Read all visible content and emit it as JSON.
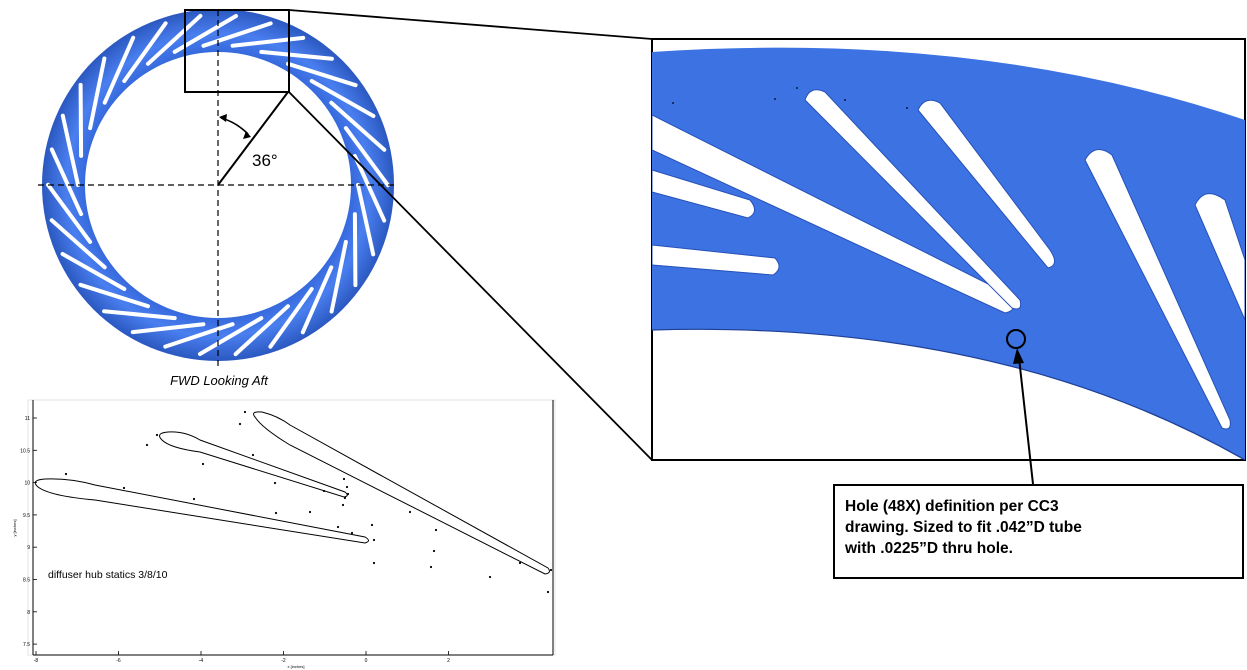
{
  "ring_view": {
    "angle_label": "36°",
    "caption": "FWD Looking Aft"
  },
  "plot": {
    "annotation": "diffuser hub statics 3/8/10",
    "y_label": "y [inches]",
    "x_label": "x [inches]",
    "y_ticks": [
      "11",
      "10.5",
      "10",
      "9.5",
      "9",
      "8.5",
      "8",
      "7.5"
    ],
    "x_ticks": [
      "-8",
      "-6",
      "-4",
      "-2",
      "0",
      "2"
    ]
  },
  "callout": {
    "text": "Hole (48X) definition per CC3\ndrawing. Sized to fit .042”D tube\nwith .0225”D thru hole."
  },
  "colors": {
    "ring_blue": "#3c72e2",
    "ring_shadow": "#2b58c0",
    "line": "#000000"
  }
}
